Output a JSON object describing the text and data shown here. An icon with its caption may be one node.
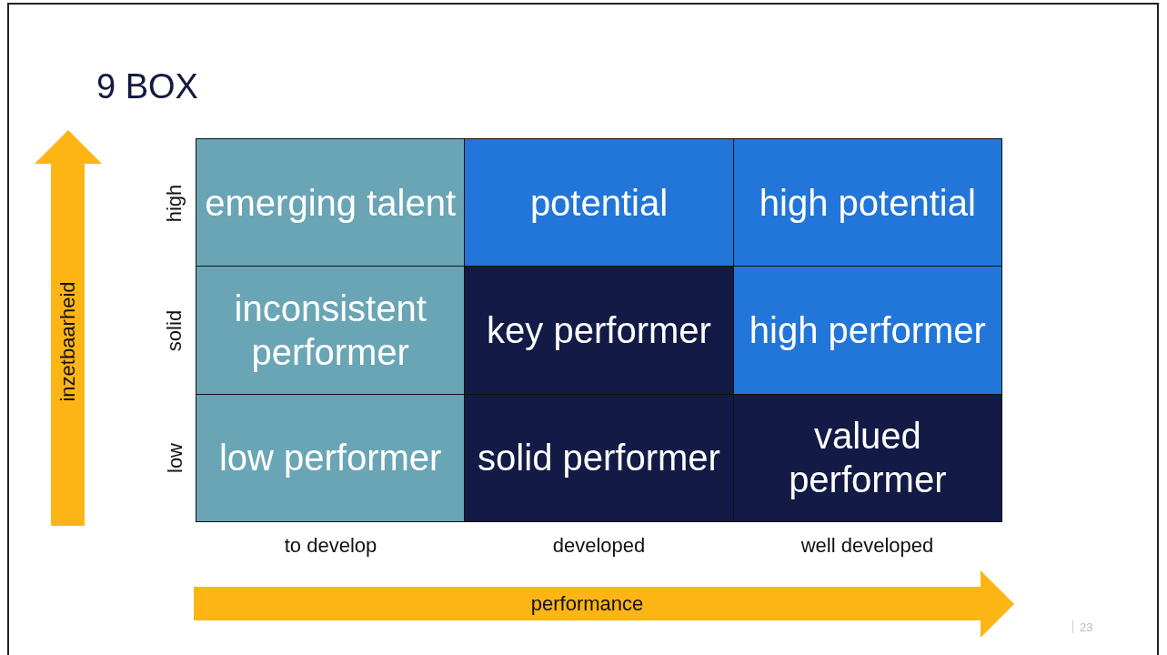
{
  "diagram": {
    "title": "9 BOX",
    "nodes": [
      {
        "text": [
          "emerging talent"
        ]
      },
      {
        "text": [
          "potential"
        ]
      },
      {
        "text": [
          "high potential"
        ]
      },
      {
        "text": [
          "inconsistent performer"
        ]
      },
      {
        "text": [
          "key performer"
        ]
      },
      {
        "text": [
          "high performer"
        ]
      },
      {
        "text": [
          "low performer"
        ]
      },
      {
        "text": [
          "solid performer"
        ]
      },
      {
        "text": [
          "valued performer"
        ]
      }
    ],
    "labels": [
      "inzetbaarheid",
      "high",
      "solid",
      "low",
      "to develop",
      "developed",
      "well developed",
      "performance",
      "23"
    ]
  }
}
